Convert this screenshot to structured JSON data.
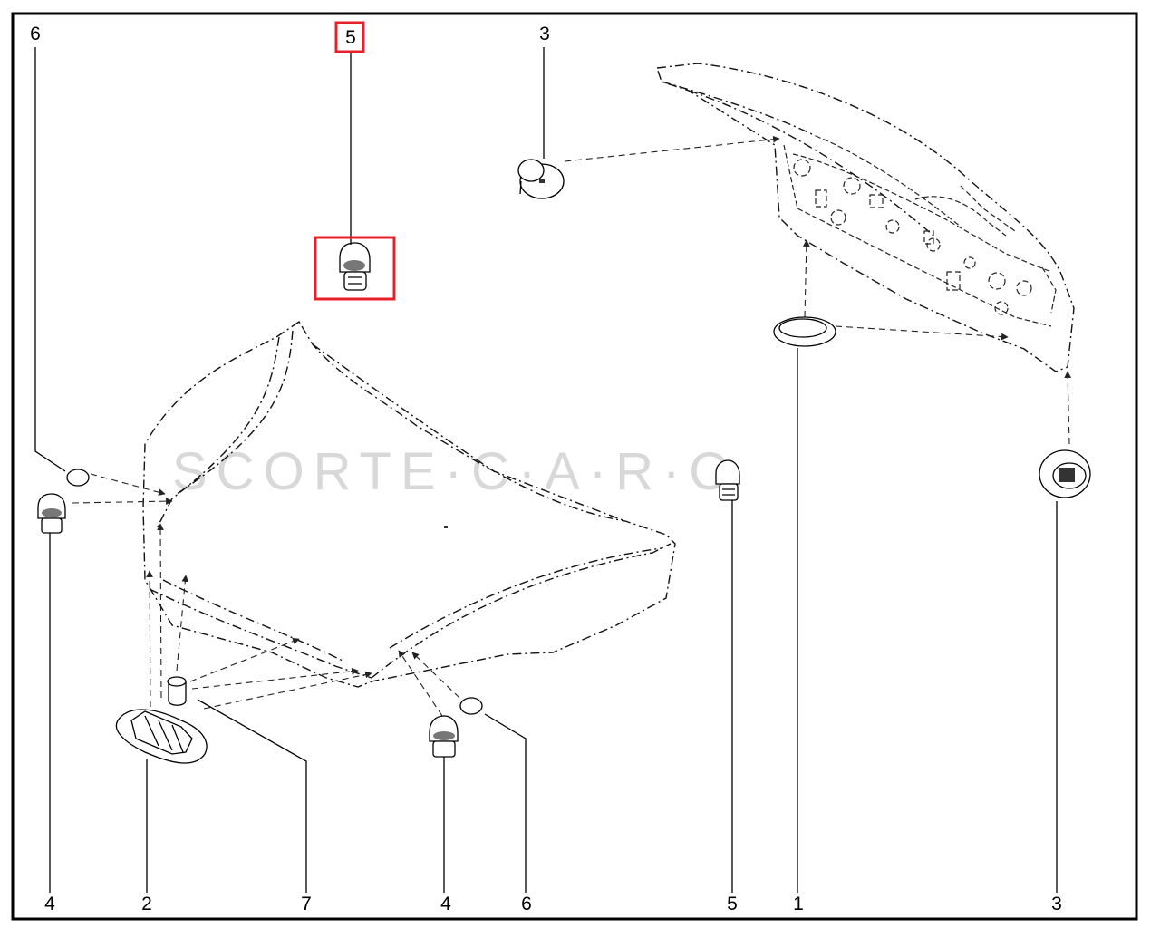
{
  "callouts": [
    {
      "label": "6"
    },
    {
      "label": "5"
    },
    {
      "label": "3"
    },
    {
      "label": "4"
    },
    {
      "label": "2"
    },
    {
      "label": "7"
    },
    {
      "label": "4"
    },
    {
      "label": "6"
    },
    {
      "label": "5"
    },
    {
      "label": "1"
    },
    {
      "label": "3"
    }
  ],
  "highlight_color": "#e8202a"
}
